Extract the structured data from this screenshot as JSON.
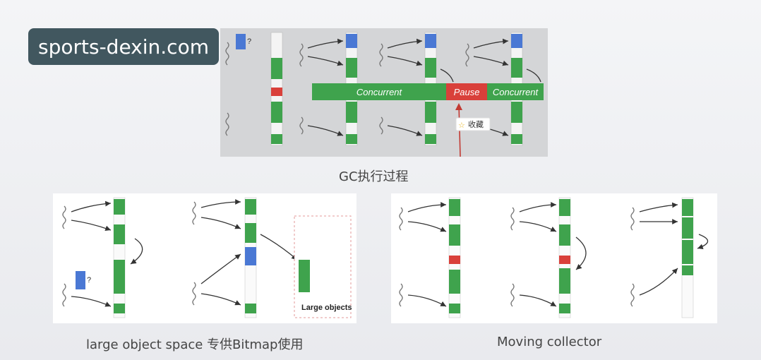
{
  "watermark": {
    "text": "sports-dexin.com"
  },
  "top_panel": {
    "question_mark": "?",
    "phase_labels": {
      "concurrent_1": "Concurrent",
      "pause": "Pause",
      "concurrent_2": "Concurrent"
    },
    "collect_badge": {
      "star": "☆",
      "text": "收藏"
    },
    "caption": "GC执行过程"
  },
  "left_panel": {
    "question_mark": "?",
    "large_objects_label": "Large objects",
    "caption": "large object space 专供Bitmap使用"
  },
  "right_panel": {
    "caption": "Moving collector"
  },
  "colors": {
    "live": "#3fa34d",
    "garbage": "#d9403a",
    "new_object": "#4a78d4",
    "pause_bar": "#d9403a",
    "concurrent_bar": "#3fa34d",
    "arrow": "#333333"
  }
}
